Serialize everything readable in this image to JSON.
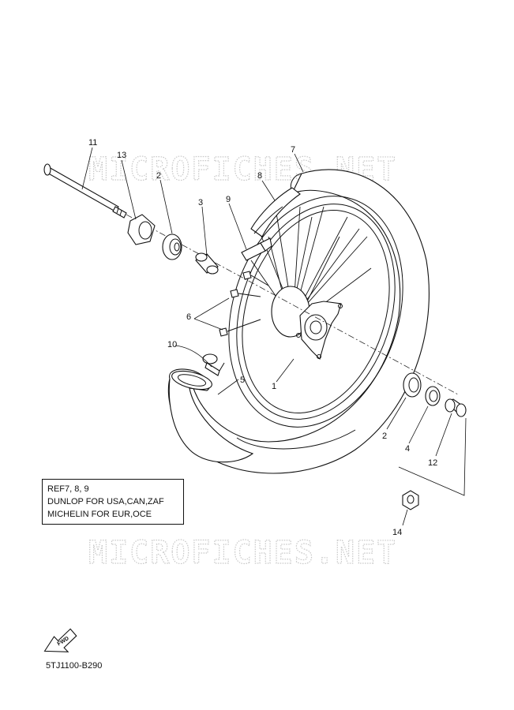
{
  "watermark": "MICROFICHES.NET",
  "note": {
    "lines": [
      "REF7, 8, 9",
      "DUNLOP FOR USA,CAN,ZAF",
      "MICHELIN FOR EUR,OCE"
    ]
  },
  "fwd_label": "FWD",
  "diagram_code": "5TJ1100-B290",
  "callouts": {
    "c1": "1",
    "c2a": "2",
    "c2b": "2",
    "c3": "3",
    "c4": "4",
    "c5": "5",
    "c6": "6",
    "c7": "7",
    "c8": "8",
    "c9": "9",
    "c10": "10",
    "c11": "11",
    "c12": "12",
    "c13": "13",
    "c14": "14"
  }
}
